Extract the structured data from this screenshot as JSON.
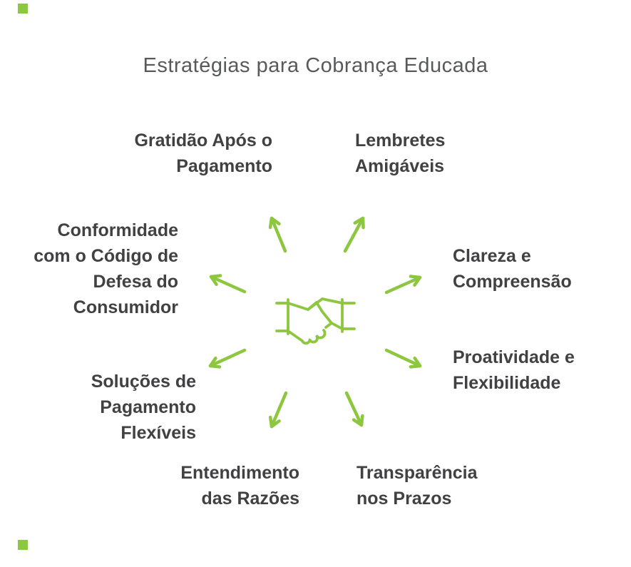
{
  "title": "Estratégias para Cobrança Educada",
  "colors": {
    "accent": "#8dc63f",
    "title": "#58595b",
    "label": "#414042",
    "background": "#ffffff"
  },
  "center": {
    "icon": "handshake-icon"
  },
  "nodes": [
    {
      "id": "gratidao-apos-o-pagamento",
      "label": "Gratidão Após o\nPagamento",
      "position": "top-left"
    },
    {
      "id": "lembretes-amigaveis",
      "label": "Lembretes\nAmigáveis",
      "position": "top-right"
    },
    {
      "id": "conformidade-codigo-defesa-consumidor",
      "label": "Conformidade\ncom o Código de\nDefesa do\nConsumidor",
      "position": "left-upper"
    },
    {
      "id": "clareza-e-compreensao",
      "label": "Clareza e\nCompreensão",
      "position": "right-upper"
    },
    {
      "id": "solucoes-de-pagamento-flexiveis",
      "label": "Soluções de\nPagamento\nFlexíveis",
      "position": "left-lower"
    },
    {
      "id": "proatividade-e-flexibilidade",
      "label": "Proatividade e\nFlexibilidade",
      "position": "right-lower"
    },
    {
      "id": "entendimento-das-razoes",
      "label": "Entendimento\ndas Razões",
      "position": "bottom-left"
    },
    {
      "id": "transparencia-nos-prazos",
      "label": "Transparência\nnos Prazos",
      "position": "bottom-right"
    }
  ]
}
